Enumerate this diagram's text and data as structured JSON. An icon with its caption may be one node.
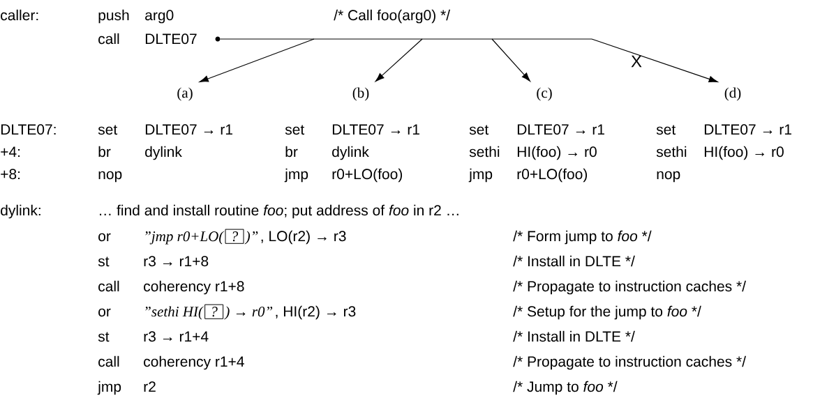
{
  "diagram": {
    "nodes": [
      {
        "text": [],
        "shape": "circle"
      },
      {
        "text": [
          "(a)"
        ]
      },
      {
        "text": [
          "(b)"
        ]
      },
      {
        "text": [
          "(c)"
        ]
      },
      {
        "text": [
          "(d)"
        ]
      }
    ],
    "edges": [
      {
        "from": 0,
        "to": 1,
        "arrow": "to"
      },
      {
        "from": 0,
        "to": 2,
        "arrow": "to"
      },
      {
        "from": 0,
        "to": 3,
        "arrow": "to"
      },
      {
        "from": 0,
        "to": 4,
        "arrow": "to",
        "label": "X"
      }
    ],
    "labels": [
      "caller:",
      "push",
      "arg0",
      "/* Call foo(arg0) */",
      "call",
      "DLTE07",
      "DLTE07:",
      "set",
      "DLTE07 → r1",
      "set",
      "DLTE07 → r1",
      "set",
      "DLTE07 → r1",
      "set",
      "DLTE07 → r1",
      "+4:",
      "br",
      "dylink",
      "br",
      "dylink",
      "sethi",
      "HI(foo) → r0",
      "sethi",
      "HI(foo) → r0",
      "+8:",
      "nop",
      "jmp",
      "r0+LO(foo)",
      "jmp",
      "r0+LO(foo)",
      "nop",
      "dylink:",
      "… find and install routine *foo*; put address of *foo* in r2 …",
      "or",
      "”jmp r0+LO(",
      "?",
      ")”",
      ", LO(r2) → r3",
      "/* Form jump to *foo* */",
      "st",
      "r3 → r1+8",
      "/* Install in DLTE */",
      "call",
      "coherency r1+8",
      "/* Propagate to instruction caches */",
      "or",
      "”sethi HI(",
      "?",
      ") → r0”",
      ", HI(r2) → r3",
      "/* Setup for the jump to *foo* */",
      "st",
      "r3 → r1+4",
      "/* Install in DLTE */",
      "call",
      "coherency r1+4",
      "/* Propagate to instruction caches */",
      "jmp",
      "r2",
      "/* Jump to *foo* */"
    ]
  }
}
